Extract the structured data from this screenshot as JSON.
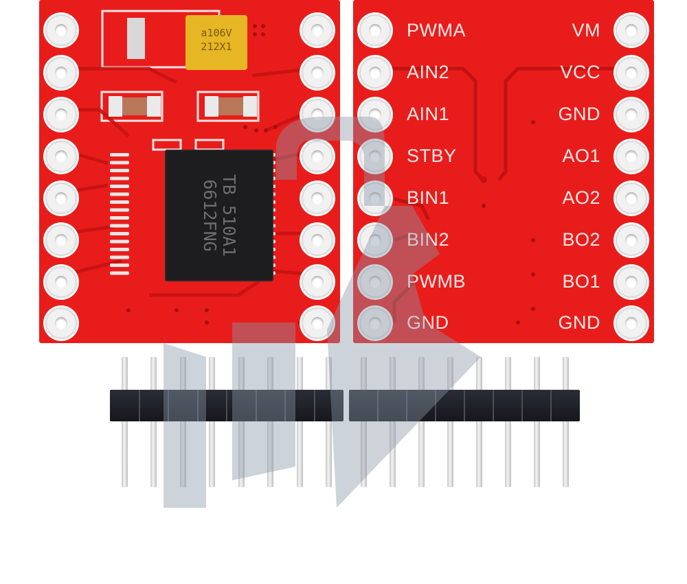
{
  "front_board": {
    "chip": {
      "marking_line_1": "TB 510A1",
      "marking_line_2": "6612FNG"
    },
    "capacitor": {
      "marking_line_1": "a106V",
      "marking_line_2": "212X1"
    },
    "colors": {
      "pcb": "#e81d1b",
      "chip": "#1d1d1f",
      "capacitor": "#e6b625"
    }
  },
  "back_board": {
    "left_pins": [
      "PWMA",
      "AIN2",
      "AIN1",
      "STBY",
      "BIN1",
      "BIN2",
      "PWMB",
      "GND"
    ],
    "right_pins": [
      "VM",
      "VCC",
      "GND",
      "AO1",
      "AO2",
      "BO2",
      "BO1",
      "GND"
    ]
  },
  "pin_header": {
    "pin_count": 16,
    "color": "#1b1d22"
  },
  "watermark": {
    "icon": "shopping-bag-icon",
    "color": "#8a97a8"
  }
}
